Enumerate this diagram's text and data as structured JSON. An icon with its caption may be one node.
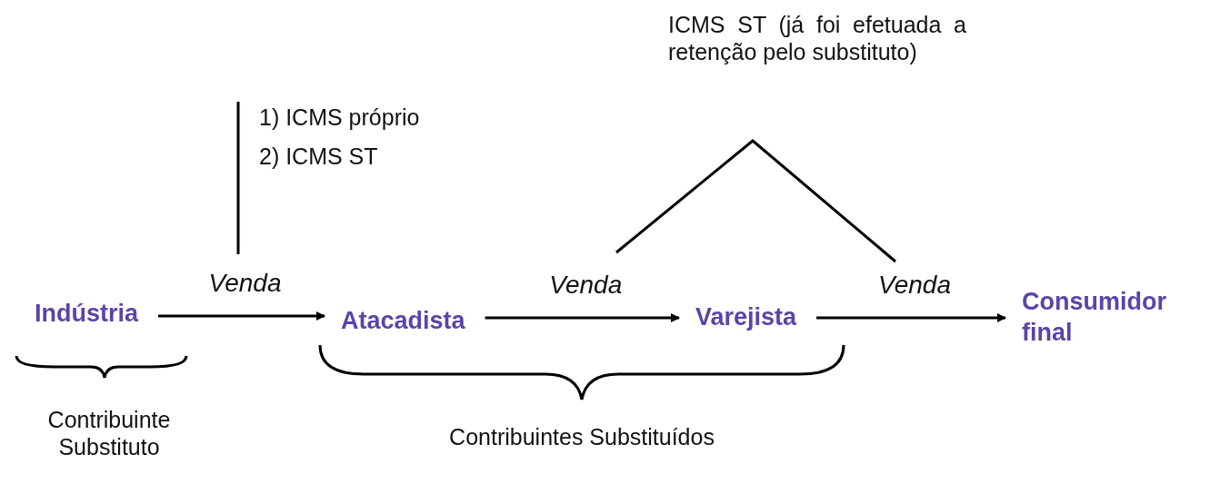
{
  "diagram": {
    "nodes": [
      {
        "text": [
          "Indústria"
        ]
      },
      {
        "text": [
          "Atacadista"
        ]
      },
      {
        "text": [
          "Varejista"
        ]
      },
      {
        "text": [
          "Consumidor final"
        ]
      }
    ],
    "edges": [
      {
        "from": 0,
        "to": 1,
        "arrow": "to",
        "label": "Venda"
      },
      {
        "from": 1,
        "to": 2,
        "arrow": "to",
        "label": "Venda"
      },
      {
        "from": 2,
        "to": 3,
        "arrow": "to",
        "label": "Venda"
      }
    ],
    "labels": [
      "ICMS ST (já foi efetuada a retenção pelo substituto)",
      "1) ICMS próprio",
      "2) ICMS ST",
      "Contribuinte Substituto",
      "Contribuintes Substituídos"
    ]
  }
}
